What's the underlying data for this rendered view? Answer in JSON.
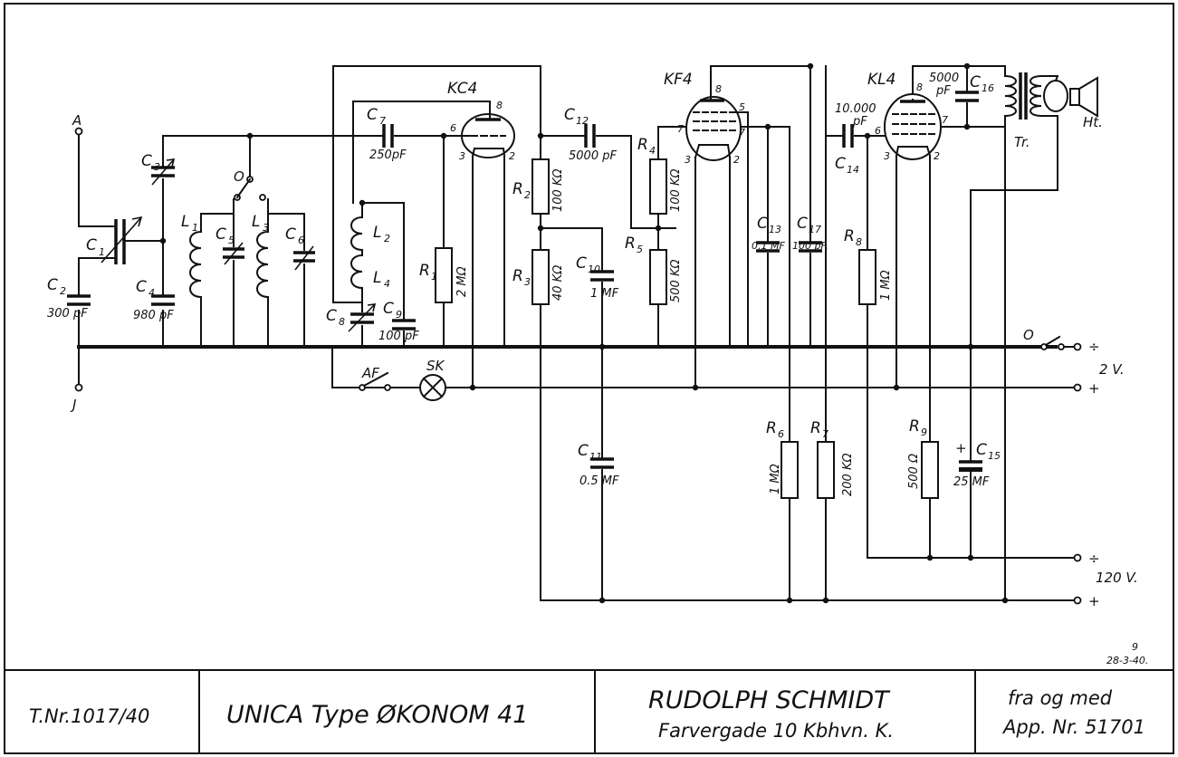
{
  "labels": {
    "antenna_A": "A",
    "ground_J": "J",
    "C1": "C",
    "C1_sub": "1",
    "C2": "C",
    "C2_sub": "2",
    "C2_val": "300 pF",
    "C3": "C",
    "C3_sub": "3",
    "C4": "C",
    "C4_sub": "4",
    "C4_val": "980 pF",
    "L1": "L",
    "L1_sub": "1",
    "C5": "C",
    "C5_sub": "5",
    "switch_O_top": "O",
    "L3": "L",
    "L3_sub": "3",
    "C6": "C",
    "C6_sub": "6",
    "L2": "L",
    "L2_sub": "2",
    "L4": "L",
    "L4_sub": "4",
    "C8": "C",
    "C8_sub": "8",
    "C9": "C",
    "C9_sub": "9",
    "C9_val": "100 pF",
    "C7": "C",
    "C7_sub": "7",
    "C7_val": "250pF",
    "R1": "R",
    "R1_sub": "1",
    "R1_val": "2 MΩ",
    "KC4": "KC4",
    "KC4_pin8": "8",
    "KC4_pin6": "6",
    "KC4_pin3": "3",
    "KC4_pin2": "2",
    "C12": "C",
    "C12_sub": "12",
    "C12_val": "5000 pF",
    "R2": "R",
    "R2_sub": "2",
    "R2_val": "100 KΩ",
    "R3": "R",
    "R3_sub": "3",
    "R3_val": "40 KΩ",
    "C10": "C",
    "C10_sub": "10",
    "C10_val": "1 MF",
    "R4": "R",
    "R4_sub": "4",
    "R4_val": "100 KΩ",
    "R5": "R",
    "R5_sub": "5",
    "R5_val": "500 KΩ",
    "KF4": "KF4",
    "KF4_pin8": "8",
    "KF4_pin5": "5",
    "KF4_pin7a": "7",
    "KF4_pin7b": "7",
    "KF4_pin3": "3",
    "KF4_pin2": "2",
    "C13": "C",
    "C13_sub": "13",
    "C13_val": "0.1 MF",
    "C17": "C",
    "C17_sub": "17",
    "C17_val": "100 pF.",
    "KL4": "KL4",
    "KL4_pin8": "8",
    "KL4_pin6": "6",
    "KL4_pin7": "7",
    "KL4_pin3": "3",
    "KL4_pin2": "2",
    "C14": "C",
    "C14_sub": "14",
    "C14_val_a": "10.000",
    "C14_val_b": "pF",
    "C16_val_a": "5000",
    "C16_val_b": "pF",
    "C16": "C",
    "C16_sub": "16",
    "Tr": "Tr.",
    "Ht": "Ht.",
    "R8": "R",
    "R8_sub": "8",
    "R8_val": "1 MΩ",
    "AF": "AF",
    "SK": "SK",
    "switch_O": "O",
    "v2_minus": "÷",
    "v2_value": "2 V.",
    "v2_plus": "+",
    "C11": "C",
    "C11_sub": "11",
    "C11_val": "0.5 MF",
    "R6": "R",
    "R6_sub": "6",
    "R6_val": "1 MΩ",
    "R7": "R",
    "R7_sub": "7",
    "R7_val": "200 KΩ",
    "R9": "R",
    "R9_sub": "9",
    "R9_val": "500 Ω",
    "C15_plus": "+",
    "C15": "C",
    "C15_sub": "15",
    "C15_val": "25 MF",
    "v120_minus": "÷",
    "v120_value": "120 V.",
    "v120_plus": "+",
    "date_mark": "9",
    "date": "28-3-40."
  },
  "title_block": {
    "drawing_no": "T.Nr.1017/40",
    "product": "UNICA Type ØKONOM 41",
    "company": "RUDOLPH SCHMIDT",
    "address": "Farvergade 10 Kbhvn. K.",
    "from_line1": "fra og med",
    "from_line2": "App. Nr. 51701"
  },
  "colors": {
    "ink": "#111111",
    "paper": "#ffffff"
  }
}
